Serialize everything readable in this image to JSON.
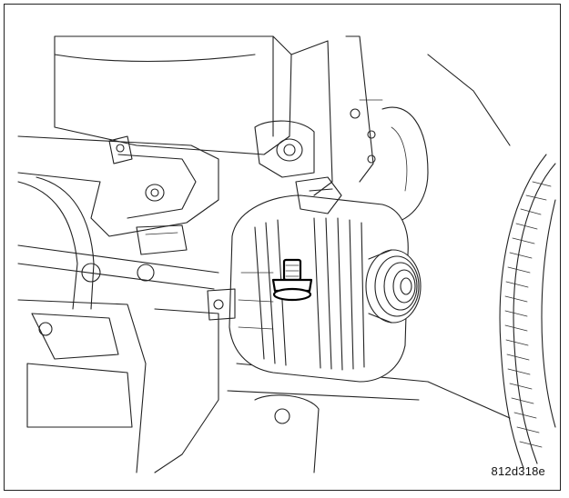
{
  "figure": {
    "id_label": "812d318e",
    "parts": [
      "alternator",
      "mounting-bolt",
      "pulley",
      "mounting-bracket",
      "hose",
      "corrugated-conduit",
      "engine-block"
    ]
  }
}
